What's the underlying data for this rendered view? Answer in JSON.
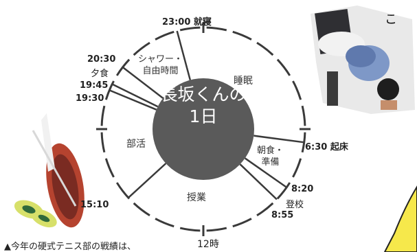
{
  "clock": {
    "title_line1": "長坂くんの",
    "title_line2": "1日",
    "hours_per_day": 24,
    "colors": {
      "ring": "#3a3a3a",
      "center": "#5a5a5a",
      "center_text": "#ffffff",
      "accent_yellow": "#f6e84b"
    }
  },
  "marks": {
    "top": "23:00 就寝",
    "right": "6:30 起床",
    "bottom": "12時",
    "t2030": "20:30",
    "yuushoku": "夕食",
    "t1945": "19:45",
    "t1930": "19:30",
    "t820": "8:20",
    "toukou": "登校",
    "t855": "8:55",
    "t1510": "15:10"
  },
  "activities": {
    "shower_line1": "シャワー・",
    "shower_line2": "自由時間",
    "sleep": "睡眠",
    "breakfast_line1": "朝食・",
    "breakfast_line2": "準備",
    "classes": "授業",
    "club": "部活"
  },
  "divisions": [
    {
      "label": "23:00",
      "hour": 23.0
    },
    {
      "label": "6:30",
      "hour": 6.5
    },
    {
      "label": "8:20",
      "hour": 8.333
    },
    {
      "label": "8:55",
      "hour": 8.917
    },
    {
      "label": "15:10",
      "hour": 15.167
    },
    {
      "label": "19:30",
      "hour": 19.5
    },
    {
      "label": "19:45",
      "hour": 19.75
    },
    {
      "label": "20:30",
      "hour": 20.5
    }
  ],
  "caption": "▲今年の硬式テニス部の戦績は、",
  "photo_caption_glyph": "こ"
}
